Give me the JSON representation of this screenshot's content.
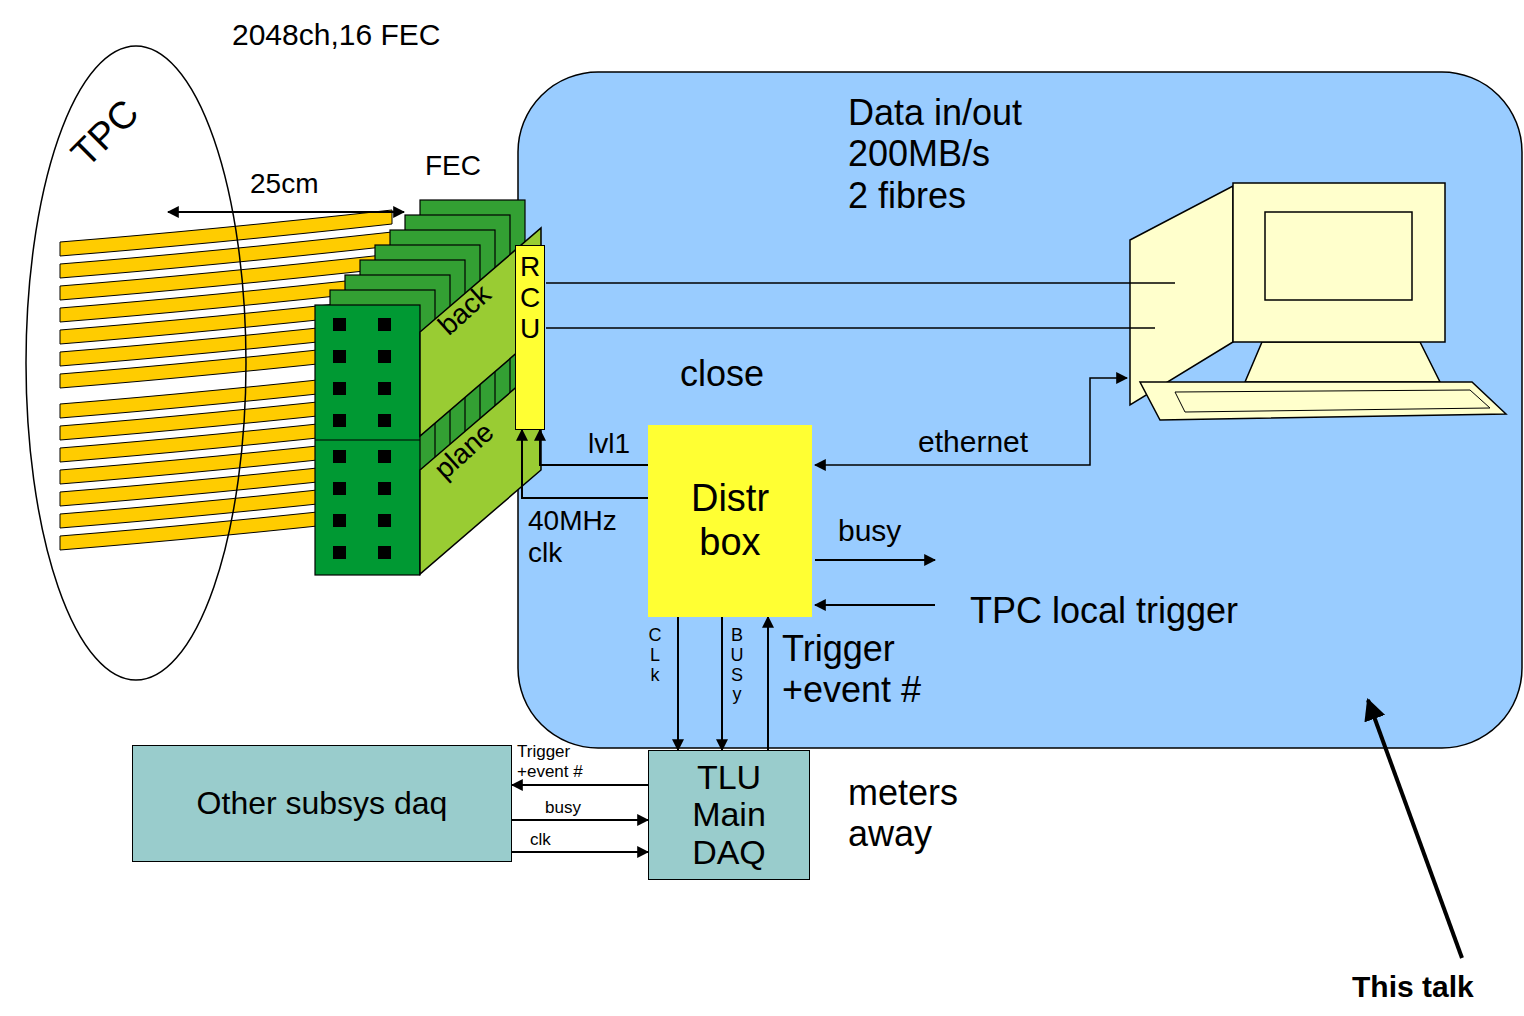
{
  "diagram": {
    "nodes": [
      {
        "text": [
          "TPC"
        ]
      },
      {
        "text": [
          "Data in/out 200MB/s 2 fibres"
        ]
      },
      {
        "text": [
          "RCU"
        ]
      },
      {
        "text": [
          "Distr box"
        ],
        "in": 1
      },
      {
        "text": [
          "TLU Main DAQ"
        ]
      },
      {
        "text": [
          "Other subsys daq"
        ]
      }
    ],
    "edges": [
      {
        "from": 3,
        "to": 2,
        "label": "lvl1",
        "arrow": "to"
      },
      {
        "from": 3,
        "to": 2,
        "label": "40MHz clk",
        "arrow": "to"
      },
      {
        "from": 3,
        "to": 4,
        "label": "CLk",
        "arrow": "to"
      },
      {
        "from": 3,
        "to": 4,
        "label": "BUSy",
        "arrow": "to"
      },
      {
        "from": 4,
        "to": 3,
        "label": "Trigger +event #",
        "arrow": "to"
      },
      {
        "from": 4,
        "to": 5,
        "label": "Trigger +event #",
        "arrow": "to"
      },
      {
        "from": 5,
        "to": 4,
        "label": "busy",
        "arrow": "to"
      },
      {
        "from": 5,
        "to": 4,
        "label": "clk",
        "arrow": "to"
      }
    ],
    "labels": [
      "2048ch,16 FEC",
      "25cm",
      "FEC",
      "back",
      "plane",
      "close",
      "ethernet",
      "busy",
      "TPC local trigger",
      "meters away",
      "This talk"
    ]
  }
}
